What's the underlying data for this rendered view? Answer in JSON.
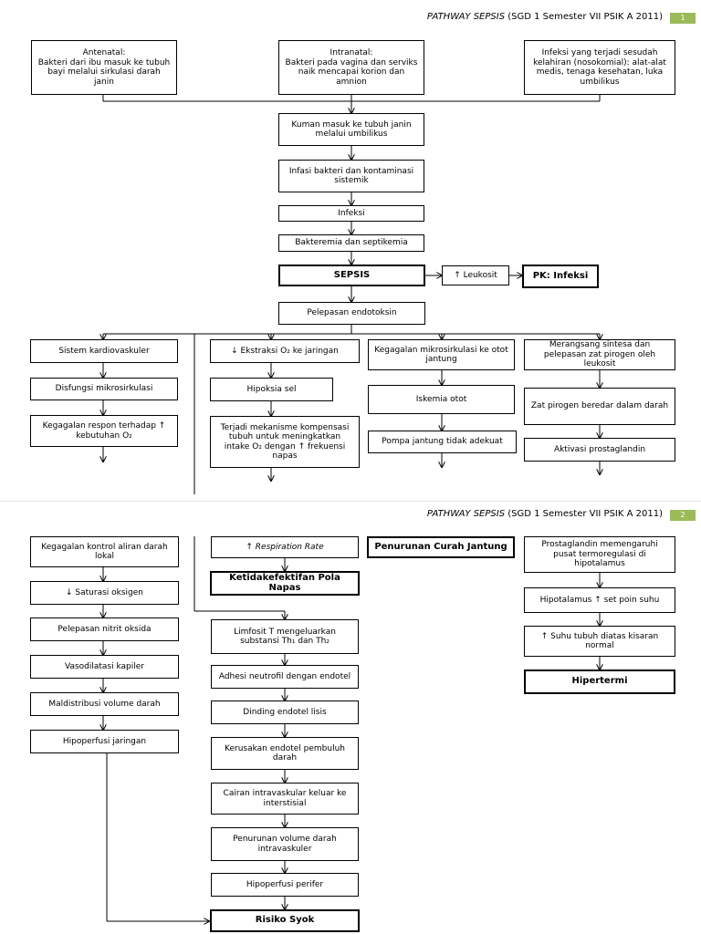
{
  "page1": {
    "header_title": "PATHWAY SEPSIS",
    "header_rest": "(SGD 1 Semester VII PSIK A 2011)",
    "page_number": "1",
    "boxes": {
      "antenatal": "Antenatal:\nBakteri dari ibu masuk ke tubuh bayi melalui sirkulasi darah janin",
      "intranatal": "Intranatal:\nBakteri pada vagina dan serviks naik mencapai korion dan amnion",
      "nosokomial": "Infeksi yang terjadi sesudah kelahiran (nosokomial): alat-alat medis, tenaga kesehatan, luka umbilikus",
      "kuman": "Kuman masuk ke tubuh janin melalui umbilikus",
      "infasi": "Infasi bakteri dan kontaminasi sistemik",
      "infeksi": "Infeksi",
      "bakteremia": "Bakteremia dan septikemia",
      "sepsis": "SEPSIS",
      "leukosit": "↑ Leukosit",
      "pk_infeksi": "PK: Infeksi",
      "endotoksin": "Pelepasan endotoksin",
      "kardiovaskuler": "Sistem kardiovaskuler",
      "disfungsi": "Disfungsi mikrosirkulasi",
      "kegagalan_respon": "Kegagalan respon terhadap ↑ kebutuhan O₂",
      "ekstraksi": "↓ Ekstraksi O₂ ke jaringan",
      "hipoksia": "Hipoksia sel",
      "kompensasi": "Terjadi mekanisme kompensasi tubuh untuk meningkatkan intake O₂ dengan ↑ frekuensi napas",
      "mikrosirkulasi_otot": "Kegagalan mikrosirkulasi ke otot jantung",
      "iskemia": "Iskemia otot",
      "pompa": "Pompa jantung tidak adekuat",
      "merangsang": "Merangsang sintesa dan pelepasan zat pirogen oleh leukosit",
      "pirogen": "Zat pirogen beredar dalam darah",
      "aktivasi": "Aktivasi prostaglandin"
    }
  },
  "page2": {
    "header_title": "PATHWAY SEPSIS",
    "header_rest": "(SGD 1 Semester VII PSIK A 2011)",
    "page_number": "2",
    "boxes": {
      "kontrol": "Kegagalan kontrol aliran darah lokal",
      "saturasi": "↓ Saturasi oksigen",
      "nitrit": "Pelepasan nitrit oksida",
      "vasodilatasi": "Vasodilatasi kapiler",
      "maldistribusi": "Maldistribusi volume darah",
      "hipoperfusi_jaringan": "Hipoperfusi jaringan",
      "rr_prefix": "↑ ",
      "rr_text": "Respiration Rate",
      "pola_napas": "Ketidakefektifan Pola Napas",
      "curah_jantung": "Penurunan Curah Jantung",
      "limfosit": "Limfosit T mengeluarkan substansi Th₁ dan Th₂",
      "adhesi": "Adhesi neutrofil dengan endotel",
      "dinding": "Dinding endotel lisis",
      "kerusakan": "Kerusakan endotel pembuluh darah",
      "cairan": "Cairan intravaskular keluar ke interstisial",
      "penurunan_volume": "Penurunan volume darah intravaskuler",
      "hipoperfusi_perifer": "Hipoperfusi perifer",
      "risiko_syok": "Risiko Syok",
      "prostaglandin": "Prostaglandin memengaruhi pusat termoregulasi di hipotalamus",
      "set_poin": "Hipotalamus ↑ set poin suhu",
      "suhu": "↑ Suhu tubuh diatas kisaran normal",
      "hipertermi": "Hipertermi"
    }
  }
}
